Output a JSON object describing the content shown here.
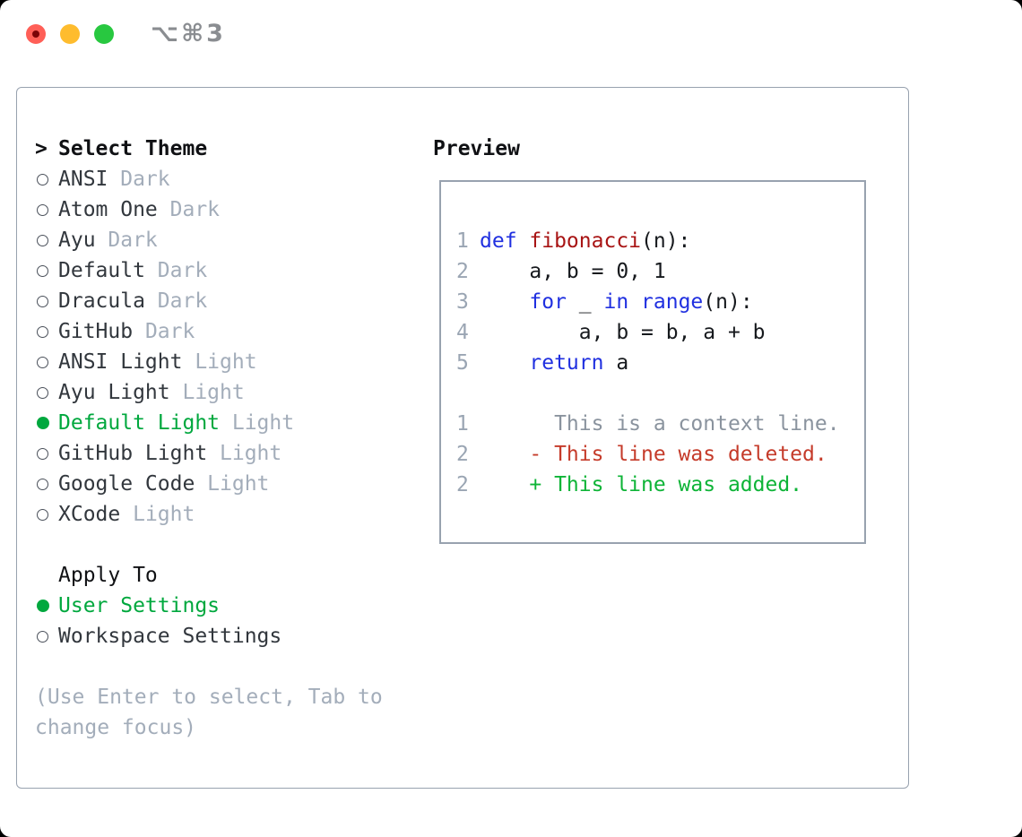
{
  "window": {
    "title": "⌥⌘3",
    "traffic_lights": [
      "close",
      "minimize",
      "zoom"
    ],
    "background": "#ffffff"
  },
  "colors": {
    "accent_green": "#00a83e",
    "keyword_blue": "#2030e0",
    "function_red": "#a81414",
    "deleted_red": "#c53b2a",
    "added_green": "#0eb437",
    "muted_gray": "#a3adba",
    "border_gray": "#98a2af",
    "text_dark": "#32373d"
  },
  "icons": {
    "prompt": ">",
    "radio_unselected": "circle-outline",
    "radio_selected": "circle-filled-green"
  },
  "theme_list": {
    "header": "Select Theme",
    "items": [
      {
        "name": "ANSI",
        "variant": "Dark",
        "selected": false
      },
      {
        "name": "Atom One",
        "variant": "Dark",
        "selected": false
      },
      {
        "name": "Ayu",
        "variant": "Dark",
        "selected": false
      },
      {
        "name": "Default",
        "variant": "Dark",
        "selected": false
      },
      {
        "name": "Dracula",
        "variant": "Dark",
        "selected": false
      },
      {
        "name": "GitHub",
        "variant": "Dark",
        "selected": false
      },
      {
        "name": "ANSI Light",
        "variant": "Light",
        "selected": false
      },
      {
        "name": "Ayu Light",
        "variant": "Light",
        "selected": false
      },
      {
        "name": "Default Light",
        "variant": "Light",
        "selected": true
      },
      {
        "name": "GitHub Light",
        "variant": "Light",
        "selected": false
      },
      {
        "name": "Google Code",
        "variant": "Light",
        "selected": false
      },
      {
        "name": "XCode",
        "variant": "Light",
        "selected": false
      }
    ]
  },
  "apply_to": {
    "header": "Apply To",
    "items": [
      {
        "label": "User Settings",
        "selected": true
      },
      {
        "label": "Workspace Settings",
        "selected": false
      }
    ]
  },
  "hint": "(Use Enter to select, Tab to change focus)",
  "preview": {
    "header": "Preview",
    "code_lines": [
      {
        "num": "1",
        "segments": [
          {
            "text": "def ",
            "color": "keyword"
          },
          {
            "text": "fibonacci",
            "color": "function"
          },
          {
            "text": "(n):",
            "color": "plain"
          }
        ]
      },
      {
        "num": "2",
        "segments": [
          {
            "text": "    a, b = 0, 1",
            "color": "plain"
          }
        ]
      },
      {
        "num": "3",
        "segments": [
          {
            "text": "    ",
            "color": "plain"
          },
          {
            "text": "for",
            "color": "keyword"
          },
          {
            "text": " _ ",
            "color": "plain"
          },
          {
            "text": "in",
            "color": "keyword"
          },
          {
            "text": " ",
            "color": "plain"
          },
          {
            "text": "range",
            "color": "keyword"
          },
          {
            "text": "(n):",
            "color": "plain"
          }
        ]
      },
      {
        "num": "4",
        "segments": [
          {
            "text": "        a, b = b, a + b",
            "color": "plain"
          }
        ]
      },
      {
        "num": "5",
        "segments": [
          {
            "text": "    ",
            "color": "plain"
          },
          {
            "text": "return",
            "color": "keyword"
          },
          {
            "text": " a",
            "color": "plain"
          }
        ]
      },
      {
        "num": "",
        "segments": []
      },
      {
        "num": "1",
        "segments": [
          {
            "text": "      This is a context line.",
            "color": "context"
          }
        ]
      },
      {
        "num": "2",
        "segments": [
          {
            "text": "    - This line was deleted.",
            "color": "deleted"
          }
        ]
      },
      {
        "num": "2",
        "segments": [
          {
            "text": "    + This line was added.",
            "color": "added"
          }
        ]
      }
    ]
  }
}
